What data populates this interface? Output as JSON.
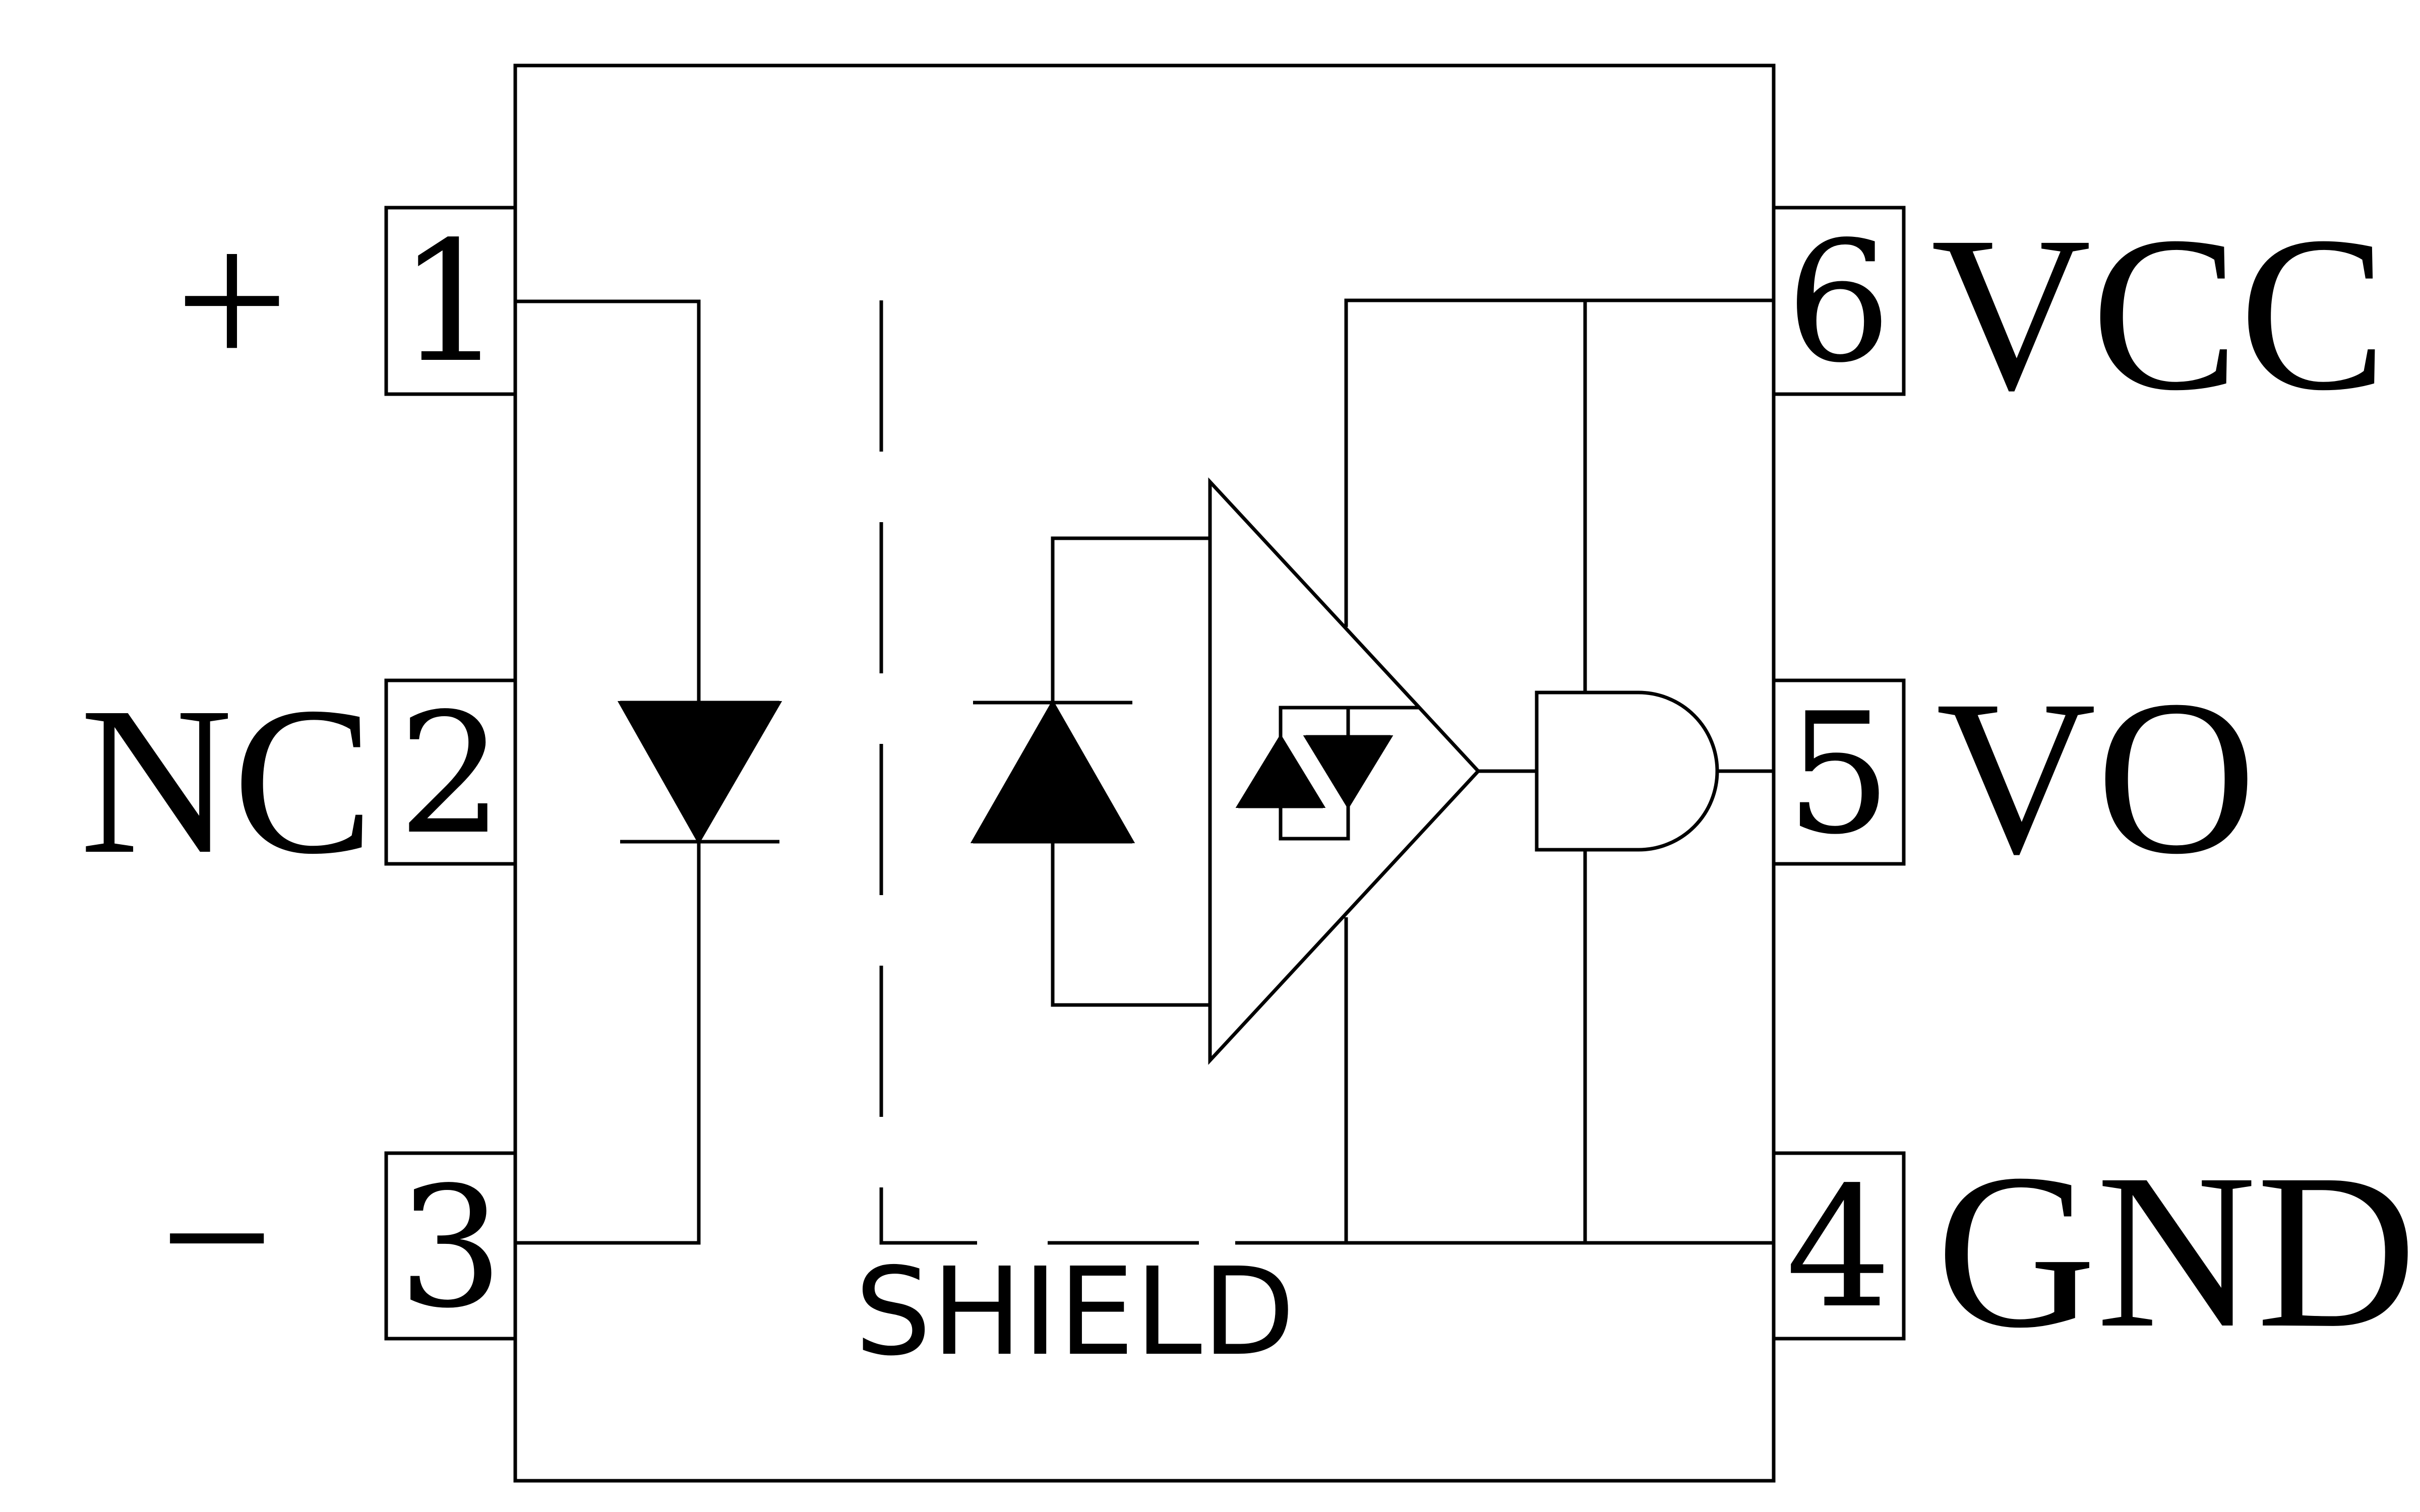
{
  "pins": [
    {
      "number": "1",
      "signal": "+"
    },
    {
      "number": "2",
      "signal": "NC"
    },
    {
      "number": "3",
      "signal": "−"
    },
    {
      "number": "4",
      "signal": "GND"
    },
    {
      "number": "5",
      "signal": "VO"
    },
    {
      "number": "6",
      "signal": "VCC"
    }
  ],
  "shield_label": "SHIELD",
  "colors": {
    "line": "#000000",
    "background": "#ffffff"
  }
}
